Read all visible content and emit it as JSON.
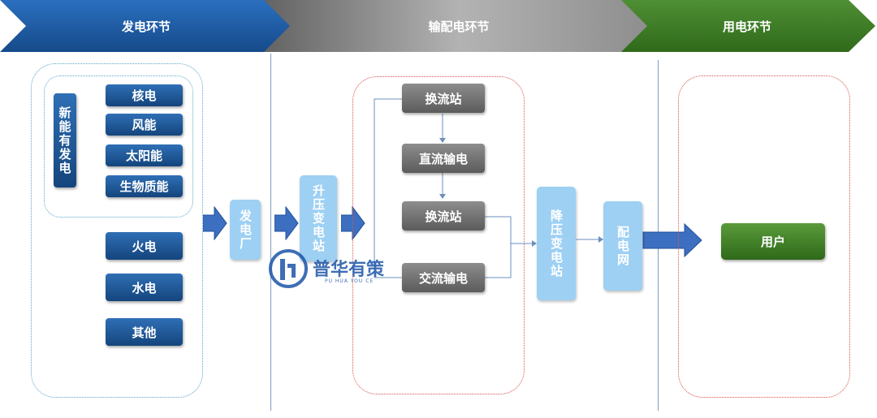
{
  "stages": {
    "generation": "发电环节",
    "transmission": "输配电环节",
    "consumption": "用电环节"
  },
  "new_energy": {
    "group_label": "新能有发电",
    "items": [
      "核电",
      "风能",
      "太阳能",
      "生物质能"
    ]
  },
  "other_sources": [
    "火电",
    "水电",
    "其他"
  ],
  "power_plant": "发电厂",
  "step_up_station": "升压变电站",
  "dc_chain": [
    "换流站",
    "直流输电",
    "换流站"
  ],
  "ac_transmission": "交流输电",
  "step_down_station": "降压变电站",
  "distribution_grid": "配电网",
  "user": "用户",
  "watermark": {
    "name": "普华有策",
    "sub": "PU HUA YOU CE"
  },
  "colors": {
    "generation_chevron": "#1e5aa0",
    "transmission_chevron": "#8a8a8a",
    "consumption_chevron": "#3f7f2a",
    "arrow_blue": "#3d6fc0"
  }
}
